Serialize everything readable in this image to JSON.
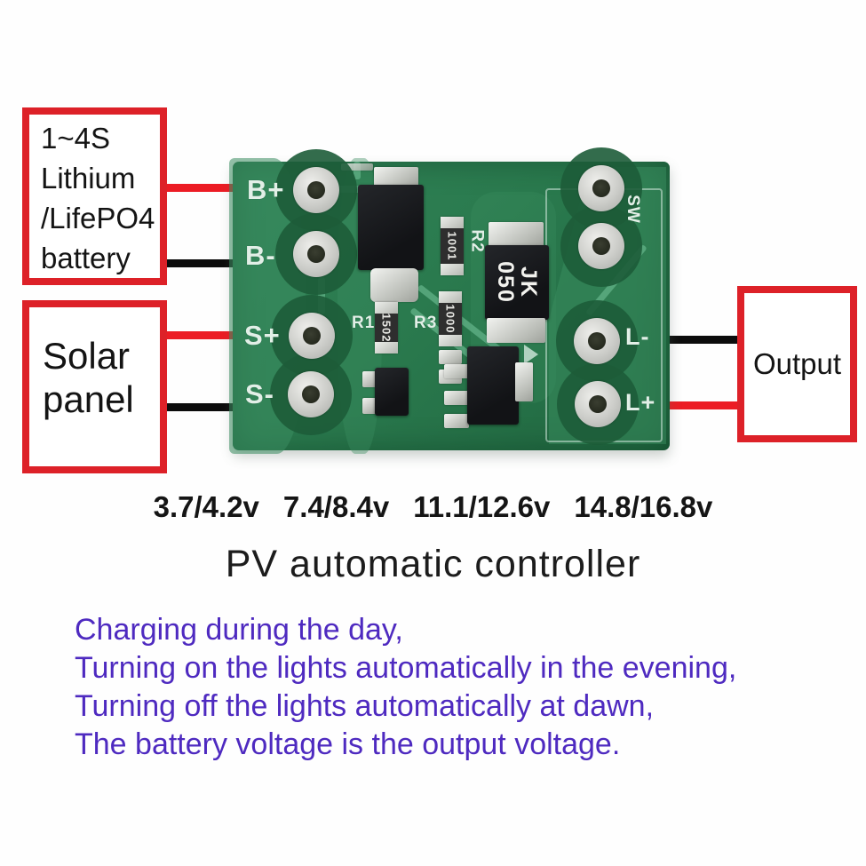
{
  "callouts": {
    "battery": {
      "line1": "1~4S",
      "line2": "Lithium",
      "line3": "/LifePO4",
      "line4": "battery"
    },
    "solar": {
      "line1": "Solar",
      "line2": "panel"
    },
    "output": {
      "label": "Output"
    }
  },
  "board": {
    "silkscreen": {
      "b_plus": "B+",
      "b_minus": "B-",
      "s_plus": "S+",
      "s_minus": "S-",
      "sw": "SW",
      "l_minus": "L-",
      "l_plus": "L+",
      "r1": "R1",
      "r2": "R2",
      "r3": "R3"
    },
    "components": {
      "r1_code": "1502",
      "r2_code": "1001",
      "r3_code": "1000",
      "ic_line1": "JK",
      "ic_line2": "050"
    }
  },
  "voltages": {
    "v1": "3.7/4.2v",
    "v2": "7.4/8.4v",
    "v3": "11.1/12.6v",
    "v4": "14.8/16.8v"
  },
  "title": "PV automatic controller",
  "description": {
    "line1": "Charging during the day,",
    "line2": "Turning on the lights automatically in the evening,",
    "line3": "Turning off the lights automatically at dawn,",
    "line4": "The battery voltage is the output voltage."
  },
  "colors": {
    "accent_red": "#dd2128",
    "wire_red": "#ec1c24",
    "wire_black": "#0c0c0c",
    "pcb_green": "#2a7a4e",
    "text_purple": "#4e2ac0"
  }
}
